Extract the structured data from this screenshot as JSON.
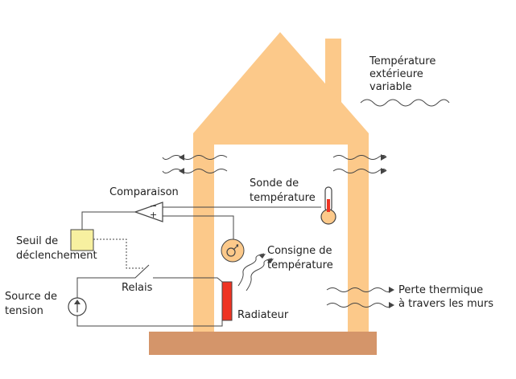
{
  "colors": {
    "wall": "#fcc98a",
    "ground": "#d4956a",
    "threshold_box": "#f7f0a0",
    "radiator": "#ee3322",
    "thermometer_bulb": "#fcc98a",
    "line": "#444444"
  },
  "labels": {
    "outside_temp": [
      "Température",
      "extérieure",
      "variable"
    ],
    "sensor": [
      "Sonde de",
      "température"
    ],
    "comparison": "Comparaison",
    "threshold": [
      "Seuil de",
      "déclenchement"
    ],
    "setpoint": [
      "Consigne de",
      "température"
    ],
    "relay": "Relais",
    "voltage_source": [
      "Source de",
      "tension"
    ],
    "radiator": "Radiateur",
    "heat_loss": [
      "Perte thermique",
      "à travers les murs"
    ],
    "minus_sign": "−",
    "plus_sign": "+"
  },
  "icons": {
    "thermometer": "thermometer-icon",
    "setpoint_knob": "setpoint-knob-icon",
    "voltage_source": "voltage-source-icon",
    "comparator": "comparator-triangle-icon",
    "heat_wave": "heat-wave-icon"
  }
}
